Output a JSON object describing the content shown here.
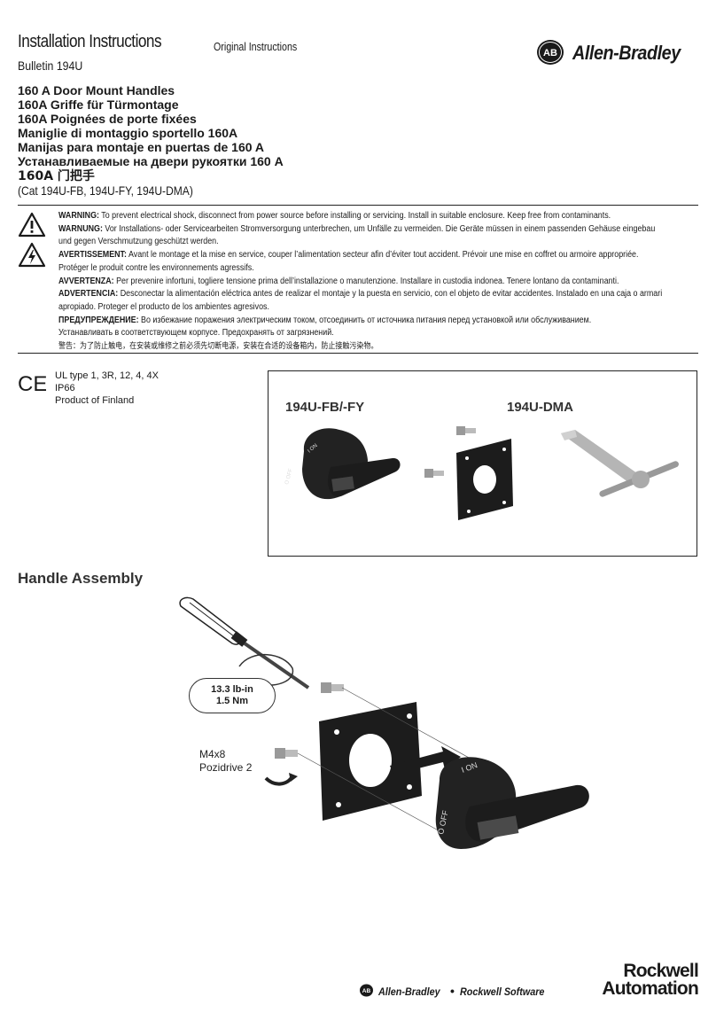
{
  "header": {
    "title": "Installation Instructions",
    "original_note": "Original Instructions",
    "bulletin": "Bulletin 194U",
    "brand": "Allen-Bradley",
    "logo_text": "AB"
  },
  "product_titles": [
    "160 A Door Mount Handles",
    "160A Griffe für Türmontage",
    "160A Poignées de porte fixées",
    "Maniglie di montaggio sportello 160A",
    "Manijas para montaje en puertas de 160 A",
    "Устанавливаемые на двери рукоятки 160 A",
    "160A 门把手"
  ],
  "catalog": "(Cat 194U-FB, 194U-FY, 194U-DMA)",
  "warnings": [
    {
      "label": "WARNING:",
      "text": " To prevent electrical shock, disconnect from power source before installing or servicing. Install in suitable enclosure. Keep free from contaminants."
    },
    {
      "label": "WARNUNG:",
      "text": "  Vor Installations- oder Servicearbeiten Stromversorgung unterbrechen, um Unfälle zu vermeiden. Die Geräte müssen in einem passenden Gehäuse eingebau"
    },
    {
      "label": "",
      "text": "und gegen Verschmutzung geschützt werden."
    },
    {
      "label": "AVERTISSEMENT:",
      "text": " Avant le montage et la mise en service, couper l’alimentation secteur afin d’éviter tout accident. Prévoir une mise en coffret ou armoire appropriée."
    },
    {
      "label": "",
      "text": "Protéger le produit contre les environnements agressifs."
    },
    {
      "label": "AVVERTENZA:",
      "text": " Per prevenire infortuni, togliere tensione prima dell’installazione o manutenzione. Installare in custodia indonea. Tenere lontano da contaminanti."
    },
    {
      "label": "ADVERTENCIA:",
      "text": "  Desconectar la alimentación eléctrica antes de realizar el montaje y la puesta en servicio, con el objeto de evitar accidentes. Instalado en una caja o armari"
    },
    {
      "label": "",
      "text": "apropiado. Proteger el producto de los ambientes agresivos."
    },
    {
      "label": "ПРЕДУПРЕЖДЕНИЕ:",
      "text": " Во избежание поражения электрическим током, отсоединить от источника питания перед установкой или обслуживанием."
    },
    {
      "label": "",
      "text": "Устанавливать в соответствующем корпусе. Предохранять от загрязнений."
    },
    {
      "label": "",
      "text": "警告：为了防止触电，在安装或维修之前必须先切断电源，安装在合适的设备箱内，防止接触污染物。"
    }
  ],
  "certifications": {
    "mark": "CE",
    "lines": [
      "UL type 1, 3R, 12, 4, 4X",
      "IP66",
      "Product of Finland"
    ]
  },
  "product_box": {
    "label_left": "194U-FB/-FY",
    "label_right": "194U-DMA",
    "dial_on": "I ON",
    "dial_off": "O OFF"
  },
  "assembly": {
    "title": "Handle Assembly",
    "torque_line1": "13.3 lb-in",
    "torque_line2": "1.5 Nm",
    "screw_line1": "M4x8",
    "screw_line2": "Pozidrive 2",
    "dial_on": "I ON",
    "dial_off": "O OFF"
  },
  "footer": {
    "brand1": "Allen-Bradley",
    "separator": "•",
    "brand2": "Rockwell Software",
    "rockwell_line1": "Rockwell",
    "rockwell_line2": "Automation"
  },
  "colors": {
    "text": "#1a1a1a",
    "part_dark": "#1c1c1c",
    "metal": "#b5b5b5"
  }
}
